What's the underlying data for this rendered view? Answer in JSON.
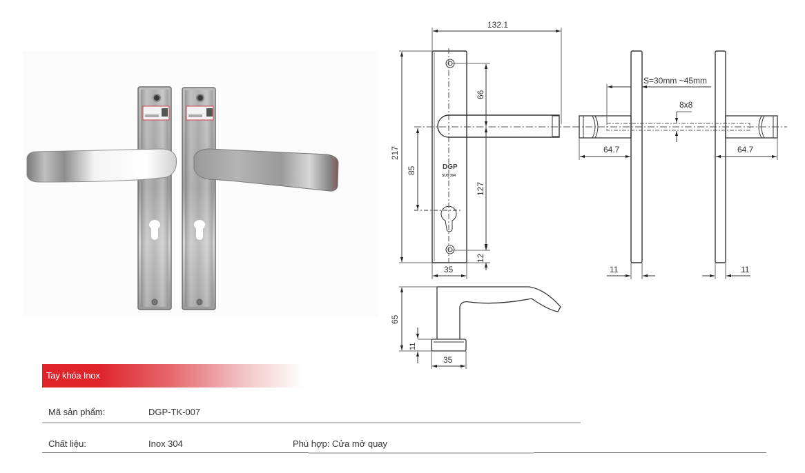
{
  "product_photo": {
    "alt": "Stainless steel lever handle pair on long backplates",
    "plate_label_text": "DGP"
  },
  "technical_drawing": {
    "front_view": {
      "dimensions": {
        "overall_width": "132.1",
        "overall_height": "217",
        "hole_to_handle": "66",
        "handle_to_cylinder": "85",
        "handle_to_bottom_hole": "127",
        "bottom_hole_offset": "12",
        "plate_width": "35"
      },
      "plate_mark": {
        "brand": "DGP",
        "material": "SUS 304"
      }
    },
    "side_view": {
      "dimensions": {
        "door_thickness": "S=30mm  ~45mm",
        "spindle": "8x8",
        "left_handle_length": "64.7",
        "right_handle_length": "64.7",
        "left_plate_thickness": "11",
        "right_plate_thickness": "11"
      }
    },
    "top_view": {
      "dimensions": {
        "handle_height": "65",
        "rose_height": "11",
        "rose_width": "35"
      }
    }
  },
  "banner": {
    "title": "Tay khóa Inox",
    "color": "#e0242a"
  },
  "specs": [
    {
      "label": "Mã sản phẩm:",
      "value": "DGP-TK-007"
    },
    {
      "label": "Chất liệu:",
      "value": "Inox 304",
      "extra": "Phù hợp: Cửa mở quay"
    }
  ]
}
